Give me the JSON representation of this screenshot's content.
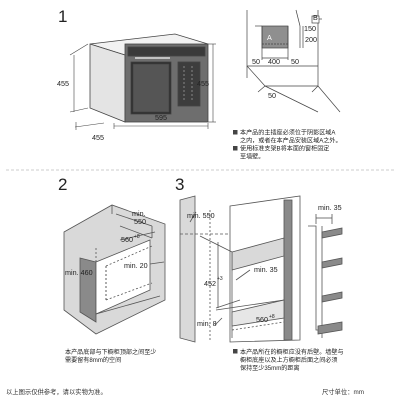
{
  "steps": [
    "1",
    "2",
    "3"
  ],
  "panel1": {
    "dims": {
      "height": "455",
      "depth": "455",
      "width": "595"
    },
    "socket": {
      "label_a": "A",
      "label_b": "B",
      "dim_400": "400",
      "dim_200": "200",
      "dim_150": "150",
      "dim_50_left": "50",
      "dim_50_right": "50",
      "dim_50_bottom": "50"
    },
    "notes": [
      "本产品的主插座必须位于阴影区域A",
      "之内，或者在本产品安装区域A之外。",
      "使用标准支架B将本面的窗柜固定",
      "至墙壁。"
    ]
  },
  "panel2": {
    "dims": {
      "min550": "min.\n550",
      "d560": "560",
      "sup560": "+8",
      "min460": "min. 460",
      "min20": "min. 20"
    },
    "note": [
      "本产品底部与下橱柜顶部之间至少",
      "需要留有8mm的空间"
    ]
  },
  "panel3": {
    "dims": {
      "min550": "min. 550",
      "min35a": "min. 35",
      "min35b": "min. 35",
      "d452": "452",
      "sup452": "+3",
      "min8": "min. 8",
      "d560": "560",
      "sup560": "+8"
    },
    "note": [
      "本产品所在的橱柜应没有后壁。墙壁与",
      "橱柜底座以及上方橱柜后面之间必须",
      "保持至少35mm的距离"
    ]
  },
  "footer": {
    "disclaimer": "以上图示仅供参考，请以实物为准。",
    "unit": "尺寸单位：mm"
  },
  "colors": {
    "line": "#444444",
    "cabinet": "#8a8a8a",
    "socket_shade": "#8f8f8f",
    "oven_front": "#3a3a3a"
  }
}
